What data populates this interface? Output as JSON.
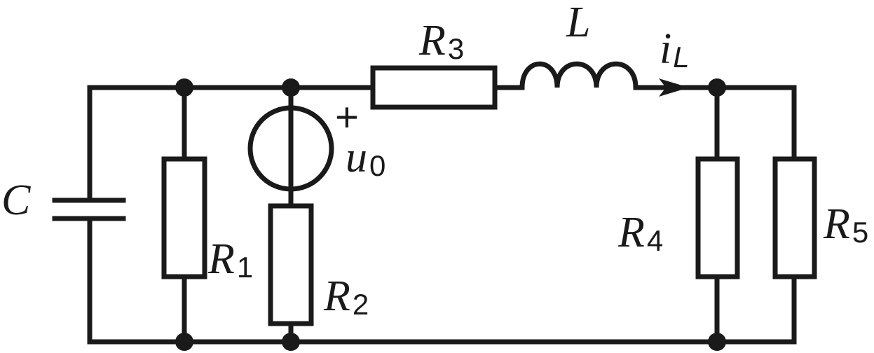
{
  "labels": {
    "C": {
      "main": "C"
    },
    "R1": {
      "main": "R",
      "sub": "1"
    },
    "R2": {
      "main": "R",
      "sub": "2"
    },
    "R3": {
      "main": "R",
      "sub": "3"
    },
    "L": {
      "main": "L"
    },
    "iL": {
      "main": "i",
      "sub": "L"
    },
    "u0": {
      "main": "u",
      "sub": "0",
      "polarity": "+"
    },
    "R4": {
      "main": "R",
      "sub": "4"
    },
    "R5": {
      "main": "R",
      "sub": "5"
    }
  }
}
